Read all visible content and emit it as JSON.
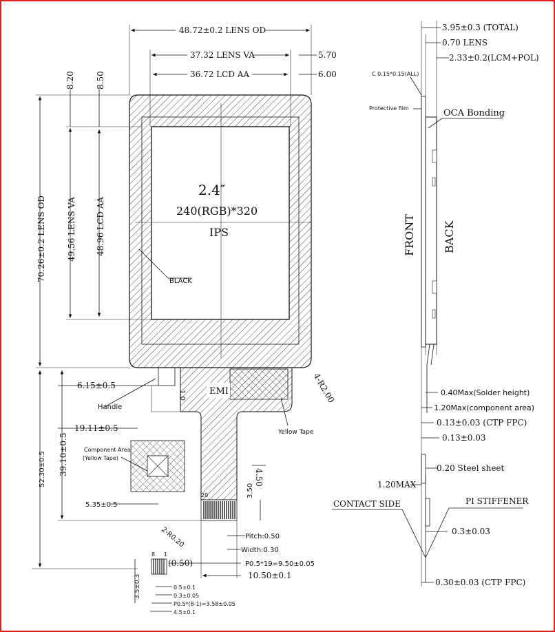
{
  "drawing": {
    "front_view": {
      "lens_od_width": "48.72±0.2 LENS OD",
      "lens_va_width": "37.32 LENS VA",
      "lcd_aa_width": "36.72 LCD AA",
      "right_offset_va": "5.70",
      "right_offset_aa": "6.00",
      "top_offset_va": "8.20",
      "top_offset_aa": "8.50",
      "lens_od_height": "70.26±0.2 LENS OD",
      "lens_va_height": "49.56 LENS VA",
      "lcd_aa_height": "48.96 LCD AA",
      "size_label": "2.4″",
      "resolution_label": "240(RGB)*320",
      "panel_type": "IPS",
      "black_label": "BLACK",
      "corner_radius": "4-R2.00"
    },
    "fpc": {
      "emi_label": "EMI",
      "yellow_tape": "Yellow Tape",
      "handle": "Handle",
      "handle_dim": "6.15±0.5",
      "handle_width": "1.0",
      "component_offset": "19.11±0.5",
      "component_area": "Component Area",
      "component_tape": "(Yellow Tape)",
      "total_length": "52.30±0.5",
      "fpc_length": "39.10±0.5",
      "comp_dim": "5.35±0.5",
      "dim_450": "4.50",
      "dim_350": "3.50",
      "angle_dim": "2-R0.20",
      "pitch": "Pitch:0.50",
      "width": "Width:0.30",
      "dim_050": "(0.50)",
      "pad_span": "P0.5*19=9.50±0.05",
      "pad_total": "10.50±0.1",
      "conn_height": "3.5±0.3",
      "conn_05": "0.5±0.1",
      "conn_03": "0.3±0.05",
      "conn_pitch": "P0.5*(8-1)=3.58±0.05",
      "conn_total": "4.5±0.1",
      "pin1": "1",
      "pin8": "8",
      "pin20": "20"
    },
    "side_view": {
      "total": "3.95±0.3 (TOTAL)",
      "lens": "0.70 LENS",
      "lcm_pol": "2.33±0.2(LCM+POL)",
      "chamfer": "C 0.15*0.15(ALL)",
      "protective_film": "Protective film",
      "oca": "OCA Bonding",
      "front": "FRONT",
      "back": "BACK",
      "solder": "0.40Max(Solder height)",
      "component": "1.20Max(component area)",
      "ctp_fpc_1": "0.13±0.03 (CTP FPC)",
      "dim_013": "0.13±0.03",
      "steel": "0.20 Steel sheet",
      "max120": "1.20MAX",
      "contact_side": "CONTACT SIDE",
      "pi_stiffener": "PI STIFFENER",
      "dim_03": "0.3±0.03",
      "ctp_fpc_2": "0.30±0.03 (CTP FPC)"
    }
  }
}
